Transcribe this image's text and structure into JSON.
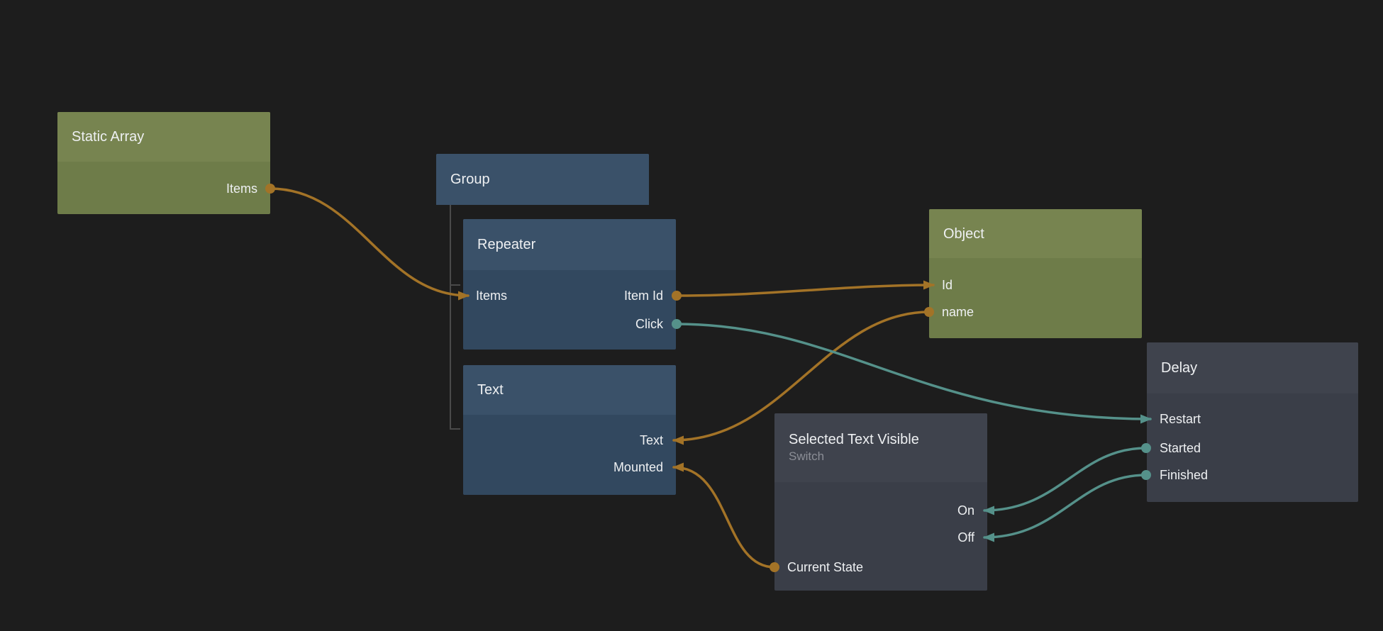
{
  "palette": {
    "background": "#1d1d1d",
    "text": "#eef0f2",
    "subtitle": "#8b8e96",
    "green_header": "#778450",
    "green_body": "#6e7c49",
    "blue_header": "#3a5169",
    "blue_body": "#32485f",
    "gray_header": "#3f434d",
    "gray_body": "#3a3e48",
    "data_flow": "#a37327",
    "signal_flow": "#55918a",
    "group_line": "#4a4a4a"
  },
  "nodes": [
    {
      "title": "Static Array",
      "color": "green",
      "ports": [
        {
          "label": "Items",
          "side": "right",
          "connector": "output-dot"
        }
      ]
    },
    {
      "title": "Group",
      "color": "blue",
      "ports": []
    },
    {
      "title": "Repeater",
      "color": "blue",
      "ports": [
        {
          "label": "Items",
          "side": "left",
          "connector": "input-arrow"
        },
        {
          "label": "Item Id",
          "side": "right",
          "connector": "output-dot"
        },
        {
          "label": "Click",
          "side": "right",
          "connector": "output-dot"
        }
      ]
    },
    {
      "title": "Text",
      "color": "blue",
      "ports": [
        {
          "label": "Text",
          "side": "right",
          "connector": "input-arrow"
        },
        {
          "label": "Mounted",
          "side": "right",
          "connector": "input-arrow"
        }
      ]
    },
    {
      "title": "Object",
      "color": "green",
      "ports": [
        {
          "label": "Id",
          "side": "left",
          "connector": "input-arrow"
        },
        {
          "label": "name",
          "side": "left",
          "connector": "output-dot"
        }
      ]
    },
    {
      "title": "Selected Text Visible",
      "subtitle": "Switch",
      "color": "gray",
      "ports": [
        {
          "label": "On",
          "side": "right",
          "connector": "input-arrow"
        },
        {
          "label": "Off",
          "side": "right",
          "connector": "input-arrow"
        },
        {
          "label": "Current State",
          "side": "left",
          "connector": "output-dot"
        }
      ]
    },
    {
      "title": "Delay",
      "color": "gray",
      "ports": [
        {
          "label": "Restart",
          "side": "left",
          "connector": "input-arrow"
        },
        {
          "label": "Started",
          "side": "left",
          "connector": "output-dot"
        },
        {
          "label": "Finished",
          "side": "left",
          "connector": "output-dot"
        }
      ]
    }
  ],
  "connections": [
    {
      "from": "Static Array.Items",
      "to": "Repeater.Items",
      "color": "#a37327"
    },
    {
      "from": "Repeater.Item Id",
      "to": "Object.Id",
      "color": "#a37327"
    },
    {
      "from": "Object.name",
      "to": "Text.Text",
      "color": "#a37327"
    },
    {
      "from": "Selected Text Visible.Current State",
      "to": "Text.Mounted",
      "color": "#a37327"
    },
    {
      "from": "Repeater.Click",
      "to": "Delay.Restart",
      "color": "#55918a"
    },
    {
      "from": "Delay.Started",
      "to": "Selected Text Visible.On",
      "color": "#55918a"
    },
    {
      "from": "Delay.Finished",
      "to": "Selected Text Visible.Off",
      "color": "#55918a"
    }
  ]
}
